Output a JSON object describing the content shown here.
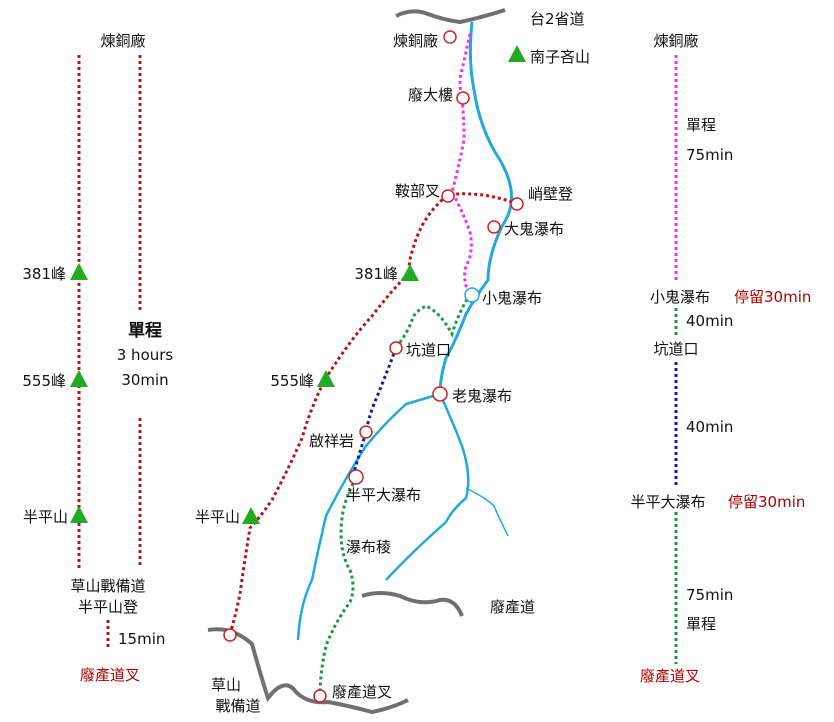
{
  "colors": {
    "river": "#22a8dc",
    "road": "#707070",
    "red_trail": "#b01818",
    "magenta_trail": "#ee33ee",
    "green_trail": "#1a9a3a",
    "blue_trail": "#1a1aaa",
    "peak_marker": "#22aa22",
    "waypoint_ring": "#cc2222",
    "stop_text": "#b00000"
  },
  "left_diagram": {
    "top_label": "煉銅廠",
    "peak_381": "381峰",
    "peak_555": "555峰",
    "peak_banping": "半平山",
    "duration_title": "單程",
    "duration_hours": "3 hours",
    "duration_min": "30min",
    "road_label_line1": "草山戰備道",
    "road_label_line2": "半平山登",
    "road_segment_time": "15min",
    "bottom_label": "廢產道叉"
  },
  "map": {
    "road_top": "台2省道",
    "refinery": "煉銅廠",
    "nanzikeshan": "南子吝山",
    "abandoned_building": "廢大樓",
    "anbu_fork": "鞍部叉",
    "cliff_climb": "峭壁登",
    "big_ghost_falls": "大鬼瀑布",
    "peak_381": "381峰",
    "small_ghost_falls": "小鬼瀑布",
    "tunnel_entrance": "坑道口",
    "old_ghost_falls": "老鬼瀑布",
    "peak_555": "555峰",
    "qixiang_rock": "啟祥岩",
    "banping_falls": "半平大瀑布",
    "peak_banping": "半平山",
    "falls_ridge": "瀑布稜",
    "abandoned_road": "廢產道",
    "caoshan_line1": "草山",
    "caoshan_line2": "戰備道",
    "abandoned_fork": "廢產道叉"
  },
  "right_diagram": {
    "top_label": "煉銅廠",
    "oneway_top": "單程",
    "time_top": "75min",
    "small_ghost_falls": "小鬼瀑布",
    "stop_1": "停留30min",
    "time_2": "40min",
    "tunnel_entrance": "坑道口",
    "time_3": "40min",
    "banping_falls": "半平大瀑布",
    "stop_2": "停留30min",
    "time_4": "75min",
    "oneway_bottom": "單程",
    "bottom_label": "廢產道叉"
  }
}
